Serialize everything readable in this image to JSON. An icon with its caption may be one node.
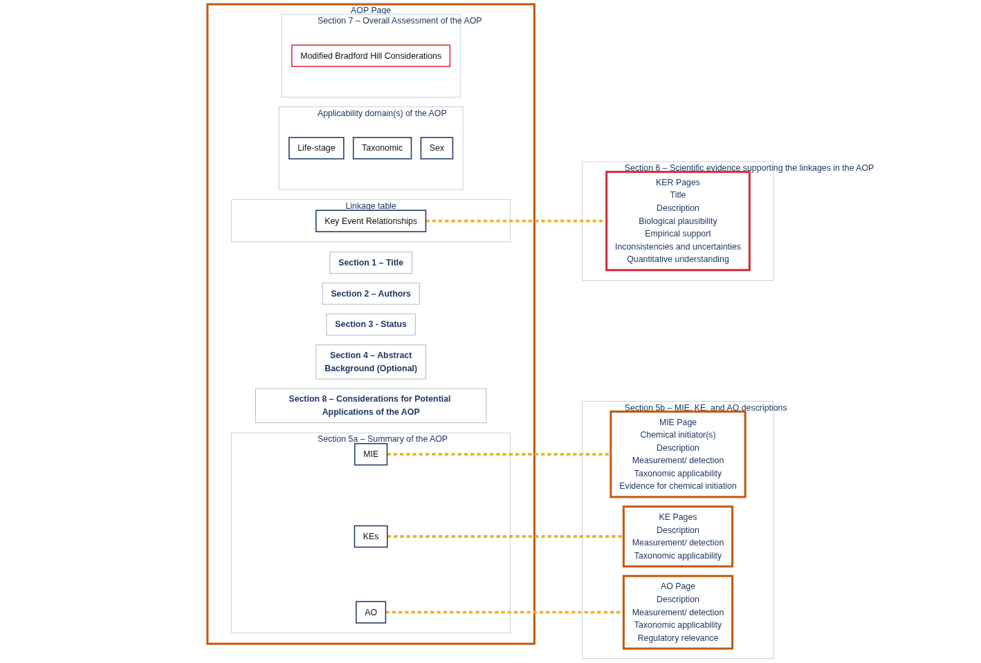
{
  "diagram": {
    "nodes": [
      {
        "text": [
          "AOP Page"
        ]
      },
      {
        "text": [
          "Section 1 – Title"
        ],
        "in": 0
      },
      {
        "text": [
          "Section 2 – Authors"
        ],
        "in": 0
      },
      {
        "text": [
          "Section 3 - Status"
        ],
        "in": 0
      },
      {
        "text": [
          "Section 4 – Abstract",
          "Background (Optional)"
        ],
        "in": 0
      },
      {
        "text": [
          "Section 5a – Summary of the AOP"
        ],
        "in": 0
      },
      {
        "text": [
          "MIE"
        ],
        "in": 5
      },
      {
        "text": [
          "KEs"
        ],
        "in": 5
      },
      {
        "text": [
          "AO"
        ],
        "in": 5
      },
      {
        "text": [
          "Linkage table"
        ],
        "in": 0
      },
      {
        "text": [
          "Key Event Relationships"
        ],
        "in": 9
      },
      {
        "text": [
          "Applicability domain(s) of the AOP"
        ],
        "in": 0
      },
      {
        "text": [
          "Life-stage"
        ],
        "in": 11
      },
      {
        "text": [
          "Taxonomic"
        ],
        "in": 11
      },
      {
        "text": [
          "Sex"
        ],
        "in": 11
      },
      {
        "text": [
          "Section 7 – Overall Assessment of the AOP"
        ],
        "in": 0
      },
      {
        "text": [
          "Modified Bradford Hill Considerations"
        ],
        "in": 15
      },
      {
        "text": [
          "Section 8 – Considerations for Potential Applications of the AOP"
        ],
        "in": 0
      },
      {
        "text": [
          "Section 5b – MIE, KE, and AO descriptions"
        ]
      },
      {
        "text": [
          "MIE Page",
          "Chemical initiator(s)",
          "Description",
          "Measurement/ detection",
          "Taxonomic applicability",
          "Evidence for chemical initiation"
        ],
        "in": 18
      },
      {
        "text": [
          "KE Pages",
          "Description",
          "Measurement/ detection",
          "Taxonomic applicability"
        ],
        "in": 18
      },
      {
        "text": [
          "AO Page",
          "Description",
          "Measurement/ detection",
          "Taxonomic applicability",
          "Regulatory relevance"
        ],
        "in": 18
      },
      {
        "text": [
          "Section 6 – Scientific evidence supporting the linkages in the AOP"
        ]
      },
      {
        "text": [
          "KER Pages",
          "Title",
          "Description",
          "Biological plausibility",
          "Empirical support",
          "Inconsistencies and uncertainties",
          "Quantitative understanding"
        ],
        "in": 22
      }
    ],
    "edges": [
      {
        "from": 6,
        "to": 19,
        "arrow": "none",
        "style": "dashed"
      },
      {
        "from": 7,
        "to": 20,
        "arrow": "none",
        "style": "dashed"
      },
      {
        "from": 8,
        "to": 21,
        "arrow": "none",
        "style": "dashed"
      },
      {
        "from": 10,
        "to": 23,
        "arrow": "none",
        "style": "dashed"
      }
    ]
  }
}
